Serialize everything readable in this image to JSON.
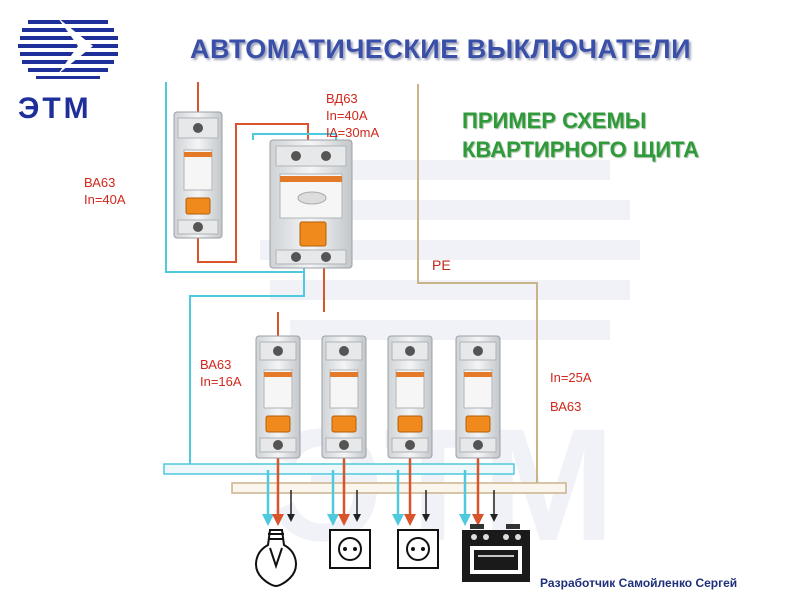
{
  "header": {
    "title": "АВТОМАТИЧЕСКИЕ ВЫКЛЮЧАТЕЛИ",
    "logo_text": "ЭТМ"
  },
  "subtitle": {
    "line1": "ПРИМЕР СХЕМЫ",
    "line2": "КВАРТИРНОГО ЩИТА"
  },
  "labels": {
    "va63_main_model": "ВА63",
    "va63_main_rating": "In=40A",
    "vd63_model": "ВД63",
    "vd63_rating": "In=40A",
    "vd63_leak": "I∆=30mA",
    "pe": "PE",
    "va63_group_model": "ВА63",
    "va63_group_rating": "In=16A",
    "va63_right_rating": "In=25A",
    "va63_right_model": "ВА63"
  },
  "footer": {
    "author": "Разработчик Самойленко Сергей"
  },
  "colors": {
    "phase_wire": "#d9542a",
    "neutral_wire": "#4fc9de",
    "pe_wire": "#c9b48a",
    "title": "#3a4fa8",
    "subtitle": "#2f9a3a",
    "logo": "#1f2f9a"
  },
  "loads": [
    {
      "icon": "light-bulb-icon"
    },
    {
      "icon": "socket-icon"
    },
    {
      "icon": "socket-icon"
    },
    {
      "icon": "electric-stove-icon"
    }
  ]
}
